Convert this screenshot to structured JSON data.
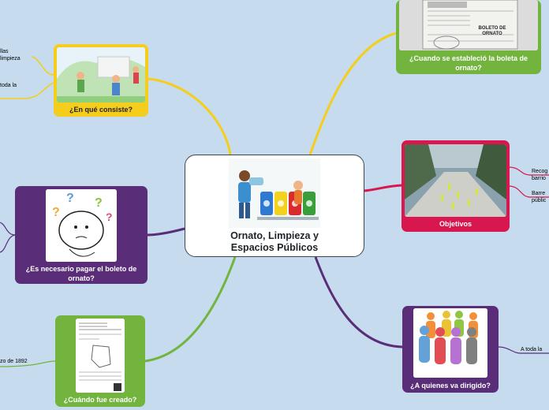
{
  "central": {
    "title_line1": "Ornato, Limpieza y",
    "title_line2": "Espacios Públicos"
  },
  "nodes": {
    "consiste": {
      "label": "¿En qué consiste?"
    },
    "establecio": {
      "label": "¿Cuando se estableció la boleta de ornato?"
    },
    "objetivos": {
      "label": "Objetivos"
    },
    "necesario": {
      "label": "¿Es necesario pagar el boleto de ornato?"
    },
    "creado": {
      "label": "¿Cuándo fue creado?"
    },
    "dirigido": {
      "label": "¿A quienes va dirigido?"
    }
  },
  "subtopics": {
    "consiste_1": "llas",
    "consiste_2": "limpieza",
    "consiste_3": "toda la",
    "creado_1": "zo de 1892",
    "objetivos_1a": "Recog",
    "objetivos_1b": "barrio",
    "objetivos_2a": "Barre",
    "objetivos_2b": "públic",
    "dirigido_1": "A toda la"
  },
  "image_text": {
    "boleto_line1": "BOLETO DE",
    "boleto_line2": "ORNATO"
  },
  "colors": {
    "background": "#c6dcee",
    "yellow": "#f5cd1c",
    "green": "#72b43e",
    "magenta": "#d8174f",
    "purple": "#5a2d78",
    "central_border": "#3d4650"
  }
}
